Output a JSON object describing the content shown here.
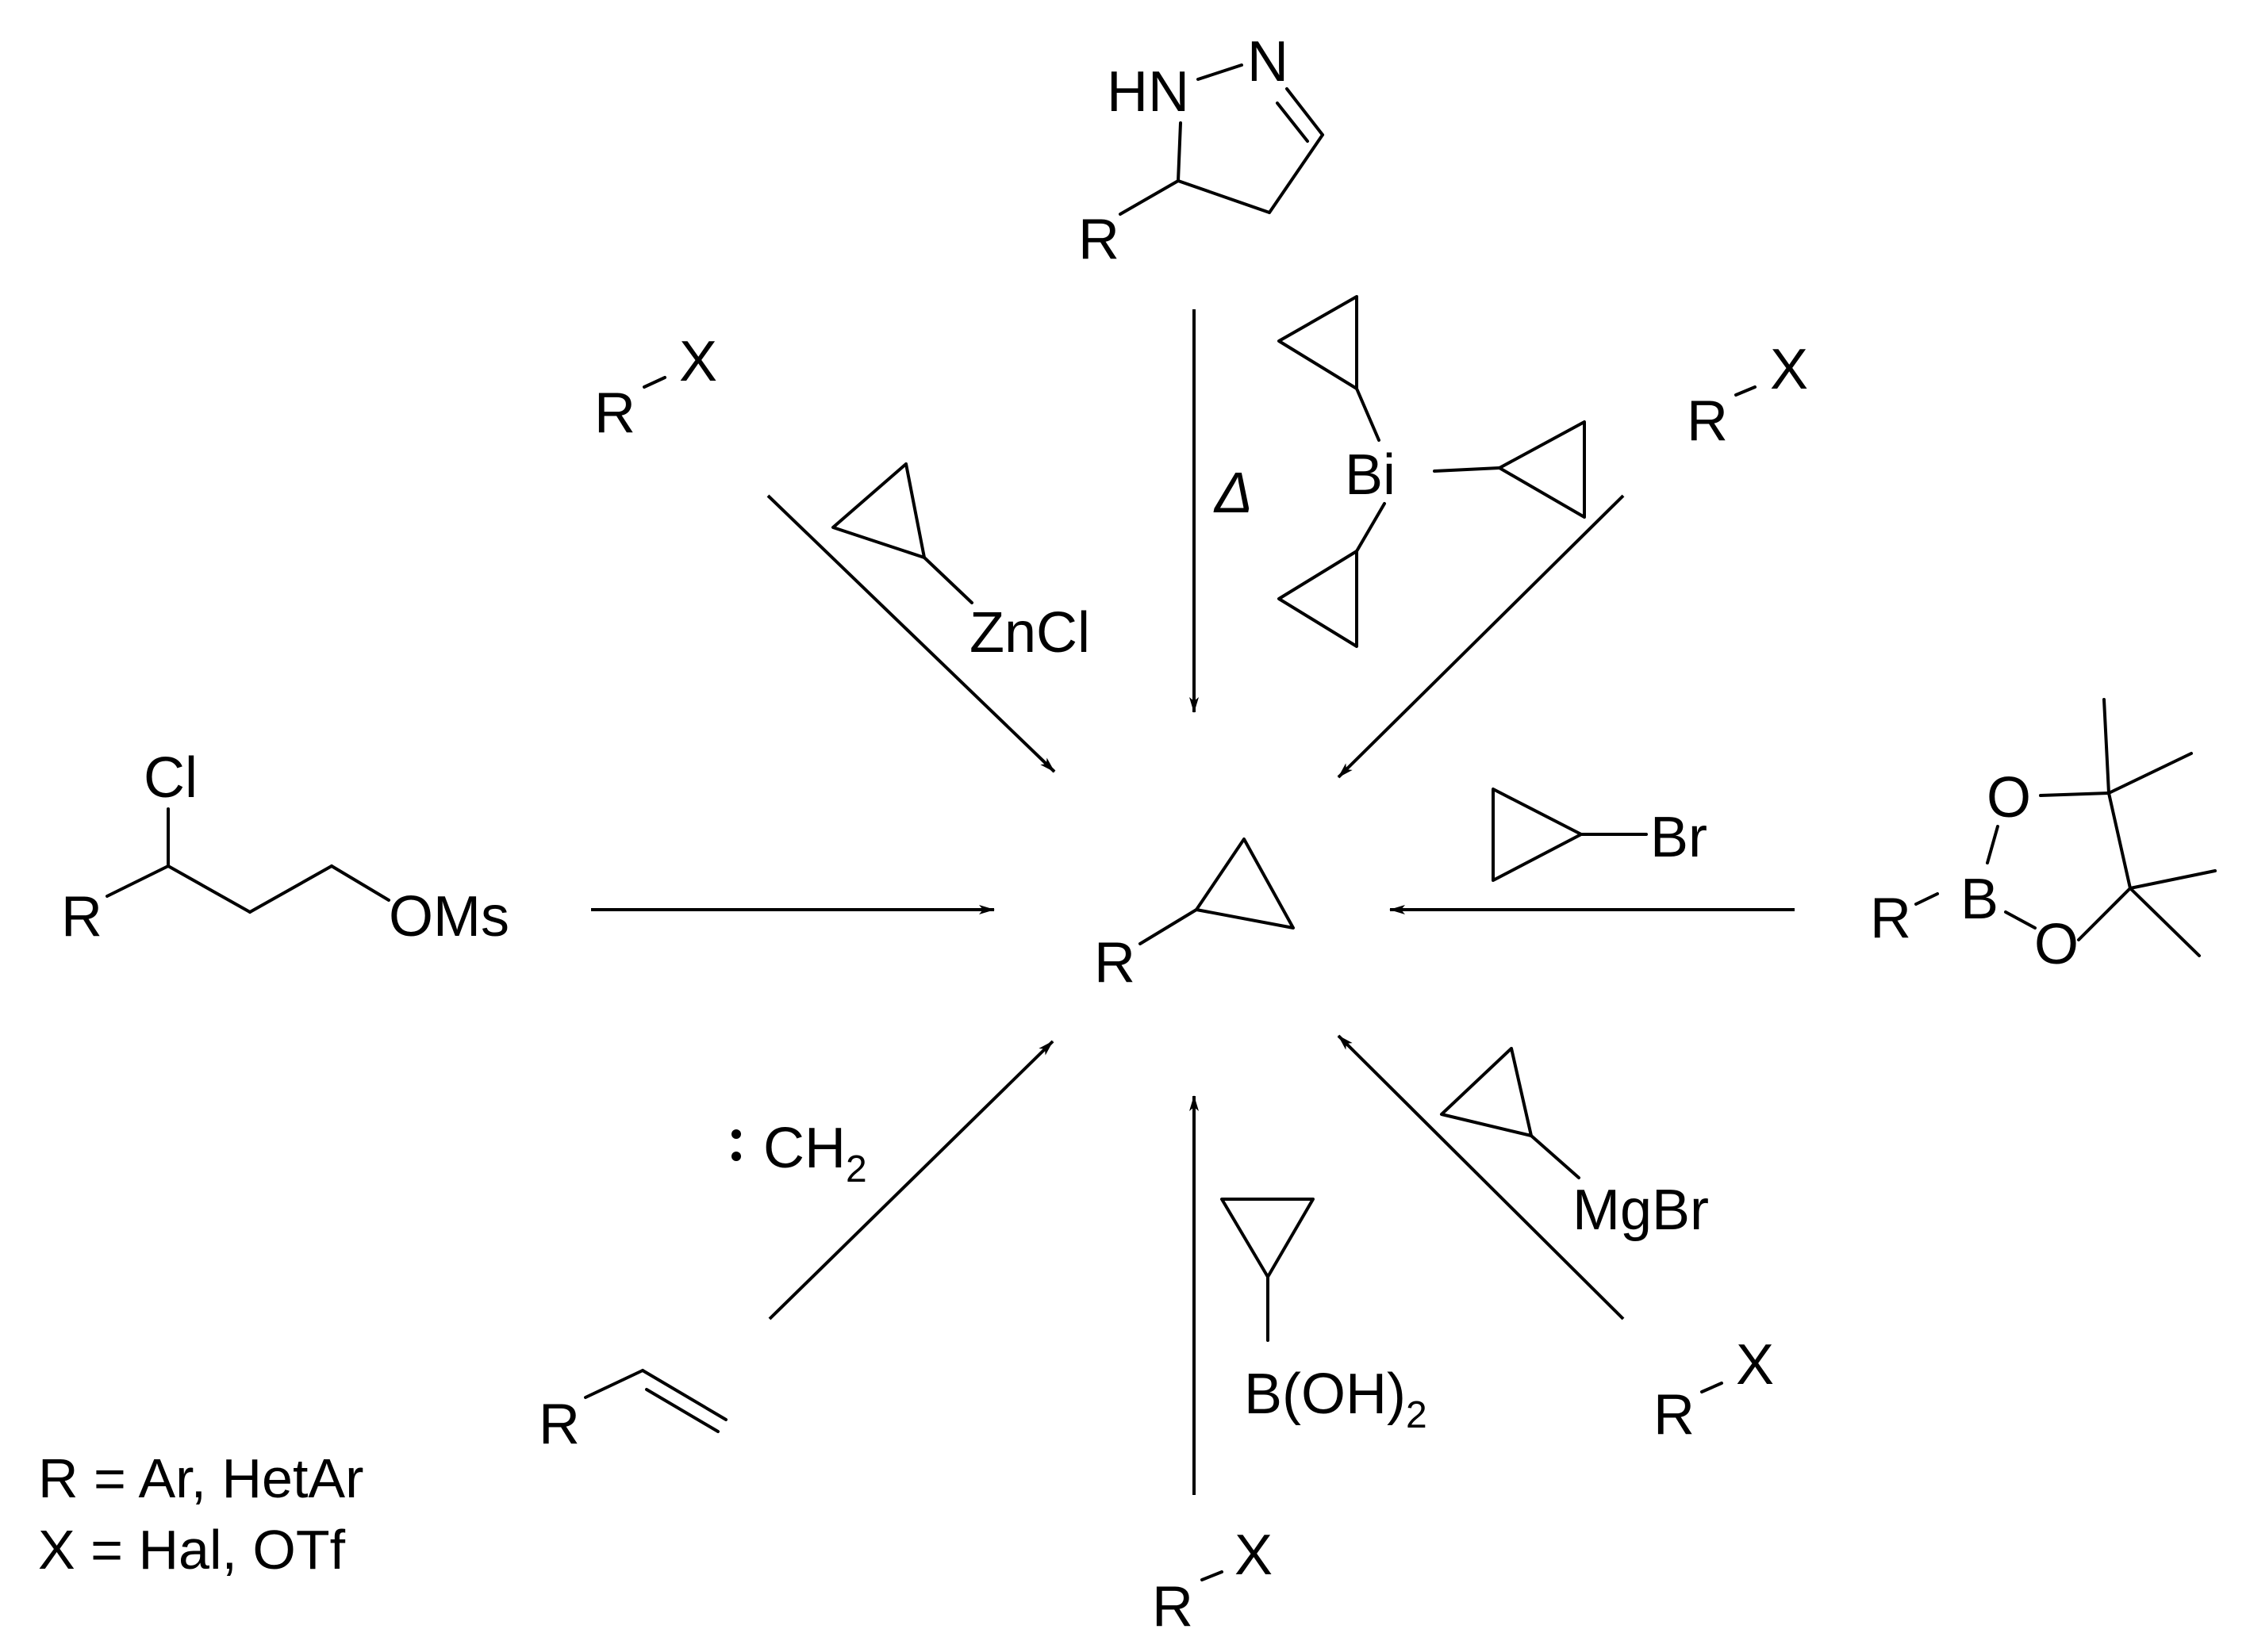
{
  "product": {
    "r": "R"
  },
  "legend": {
    "line1": "R = Ar, HetAr",
    "line2": "X = Hal, OTf"
  },
  "top": {
    "reactant": {
      "hn": "HN",
      "n": "N",
      "r": "R"
    },
    "condition": "Δ"
  },
  "top_left": {
    "reactant": {
      "r": "R",
      "x": "X"
    },
    "reagent": "ZnCl"
  },
  "top_right": {
    "reactant": {
      "r": "R",
      "x": "X"
    },
    "reagent": "Bi"
  },
  "left": {
    "reactant": {
      "cl": "Cl",
      "r": "R",
      "oms": "OMs"
    }
  },
  "right": {
    "reactant": {
      "r": "R",
      "b": "B",
      "o1": "O",
      "o2": "O"
    },
    "reagent": "Br"
  },
  "bottom_left": {
    "reactant": {
      "r": "R"
    },
    "reagent_prefix": ":",
    "reagent_main": "CH",
    "reagent_sub": "2"
  },
  "bottom": {
    "reactant": {
      "r": "R",
      "x": "X"
    },
    "reagent_main": "B(OH)",
    "reagent_sub": "2"
  },
  "bottom_right": {
    "reactant": {
      "r": "R",
      "x": "X"
    },
    "reagent": "MgBr"
  }
}
